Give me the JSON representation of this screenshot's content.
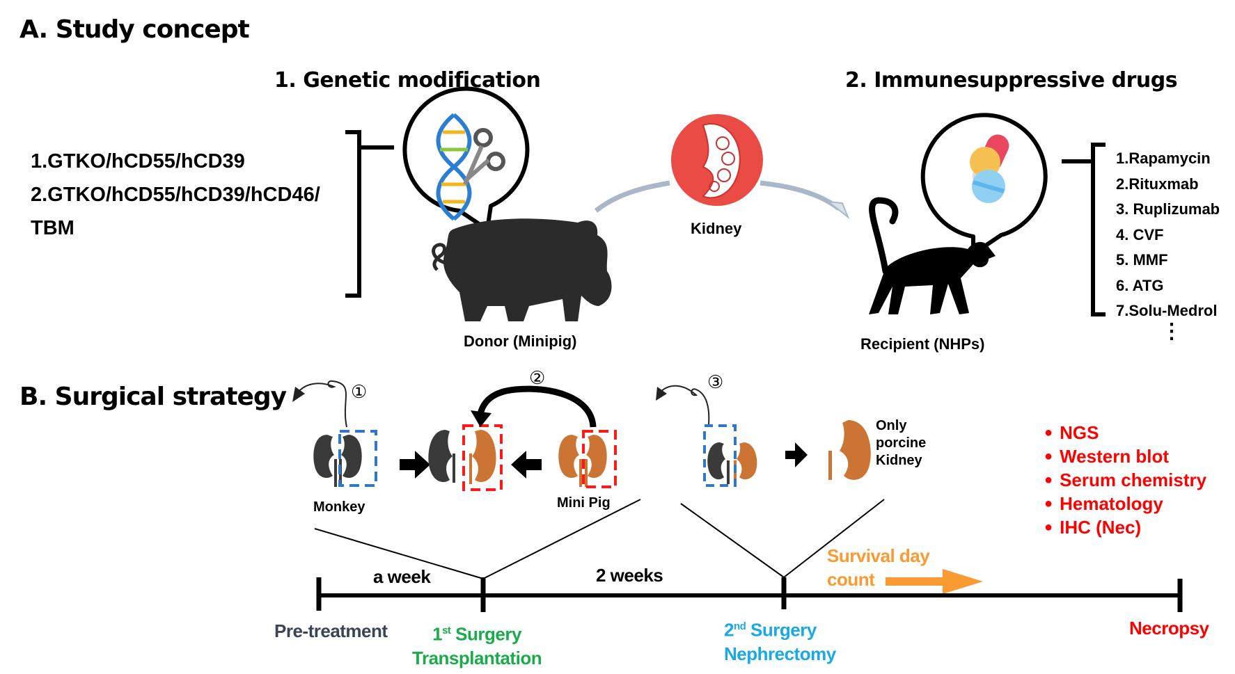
{
  "section_a": {
    "title": "A. Study concept",
    "genetic": {
      "heading": "1. Genetic modification",
      "items": [
        "1.GTKO/hCD55/hCD39",
        "2.GTKO/hCD55/hCD39/hCD46/",
        "TBM"
      ],
      "icon": "dna-scissors-icon"
    },
    "drugs": {
      "heading": "2. Immunesuppressive drugs",
      "items": [
        "1.Rapamycin",
        "2.Rituxmab",
        "3. Ruplizumab",
        "4. CVF",
        "5. MMF",
        "6. ATG",
        "7.Solu-Medrol"
      ],
      "more": "⋮",
      "icon": "pills-icon"
    },
    "donor_label": "Donor (Minipig)",
    "kidney_label": "Kidney",
    "recipient_label": "Recipient (NHPs)",
    "colors": {
      "kidney_circle": "#ea4c45",
      "arrow": "#a8b8c8"
    }
  },
  "section_b": {
    "title": "B. Surgical strategy",
    "steps": [
      {
        "number": "①",
        "label": "Monkey"
      },
      {
        "number": "②",
        "label": "Mini Pig"
      },
      {
        "number": "③",
        "label": "Only porcine Kidney",
        "lines": [
          "Only",
          "porcine",
          "Kidney"
        ]
      }
    ],
    "analyses": [
      "NGS",
      "Western blot",
      "Serum chemistry",
      "Hematology",
      "IHC (Nec)"
    ],
    "timeline": {
      "interval_1": "a week",
      "interval_2": "2 weeks",
      "survival_lines": [
        "Survival day",
        "count"
      ],
      "pretreatment": "Pre-treatment",
      "first_surgery": {
        "ordinal": "1",
        "sup": "st",
        "line1": " Surgery",
        "line2": "Transplantation"
      },
      "second_surgery": {
        "ordinal": "2",
        "sup": "nd",
        "line1": " Surgery",
        "line2": "Nephrectomy"
      },
      "necropsy": "Necropsy"
    },
    "colors": {
      "monkey_kidney": "#3a3a3a",
      "pig_kidney": "#cc7433",
      "blue_box": "#2f78c4",
      "red_box": "#ff1a1a",
      "pretreatment": "#3b4457",
      "first_surgery": "#1aab4a",
      "second_surgery": "#19a9e6",
      "survival": "#f99a33",
      "necropsy": "#ff0000"
    }
  }
}
